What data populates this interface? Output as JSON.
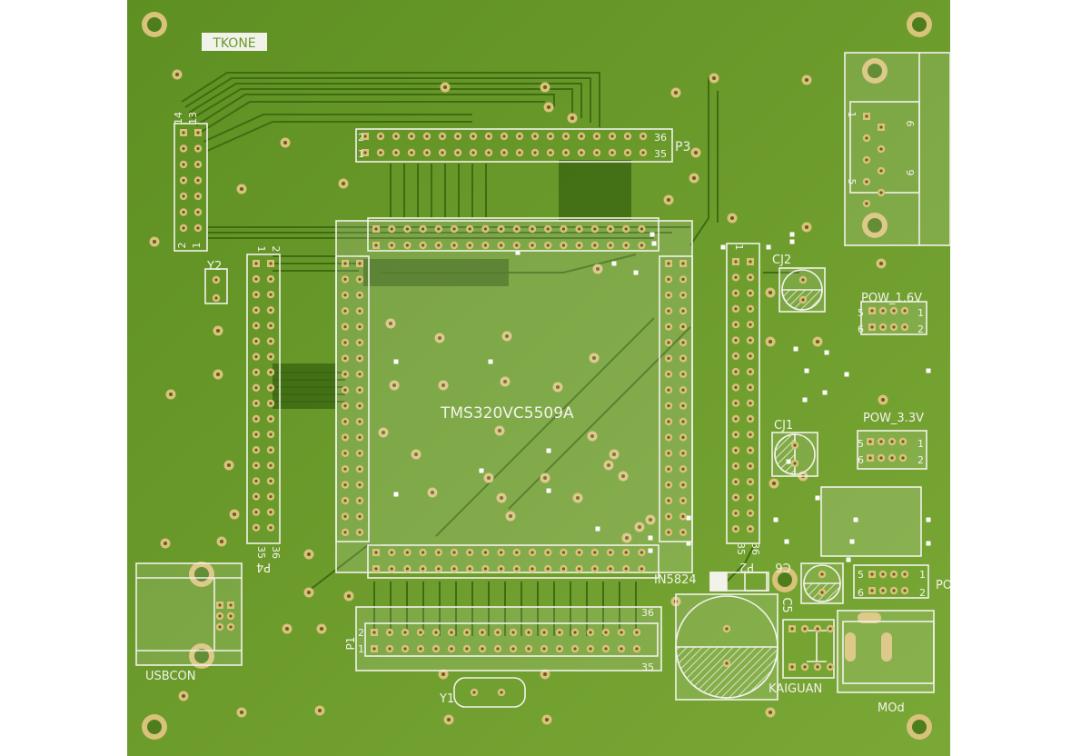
{
  "board": {
    "colors": {
      "background": "#ffffff",
      "board": "#6a9a2a",
      "board_dark": "#4e7e1c",
      "trace": "#3f6c12",
      "silk": "#f2f2ea",
      "pad": "#d9c27a",
      "pad_hole": "#6a5a20"
    },
    "logo_label": "TKONE",
    "labels": {
      "chip": "TMS320VC5509A",
      "p1": "P1",
      "p2": "P2",
      "p3": "P3",
      "p4": "P4",
      "y1": "Y1",
      "y2": "Y2",
      "cj1": "CJ1",
      "cj2": "CJ2",
      "c5": "C5",
      "c6": "C6",
      "diode": "IN5824",
      "usb": "USBCON",
      "switch": "KAIGUAN",
      "mod": "MOd",
      "pow16": "POW_1.6V",
      "pow33": "POW_3.3V",
      "po": "PO"
    },
    "pin_numbers": {
      "n1": "1",
      "n2": "2",
      "n5": "5",
      "n6": "6",
      "n9": "9",
      "n13": "13",
      "n14": "14",
      "n35": "35",
      "n36": "36"
    }
  }
}
